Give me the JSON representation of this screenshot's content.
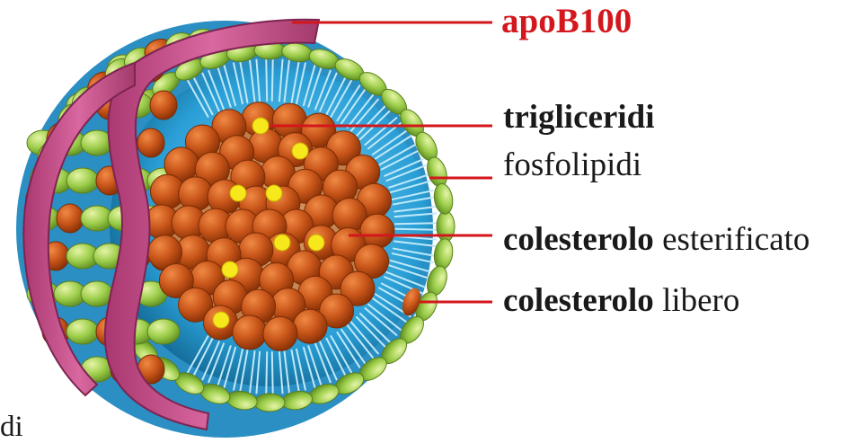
{
  "labels": {
    "apob100": "apoB100",
    "trigliceridi": "trigliceridi",
    "fosfolipidi": "fosfolipidi",
    "colesterolo_est_bold": "colesterolo",
    "colesterolo_est_rest": "esterificato",
    "colesterolo_lib_bold": "colesterolo",
    "colesterolo_lib_rest": "libero",
    "fragment": "di"
  },
  "colors": {
    "apob100_label": "#d3171c",
    "leader_line": "#d3171c",
    "apob_band": "#c8578f",
    "phospholipid_head": "#9ccd4a",
    "phospholipid_tail": "#2a9fd6",
    "triglyceride_sphere": "#c9561a",
    "cholesterol_dot": "#f6e81c",
    "core": "#c9884e"
  }
}
